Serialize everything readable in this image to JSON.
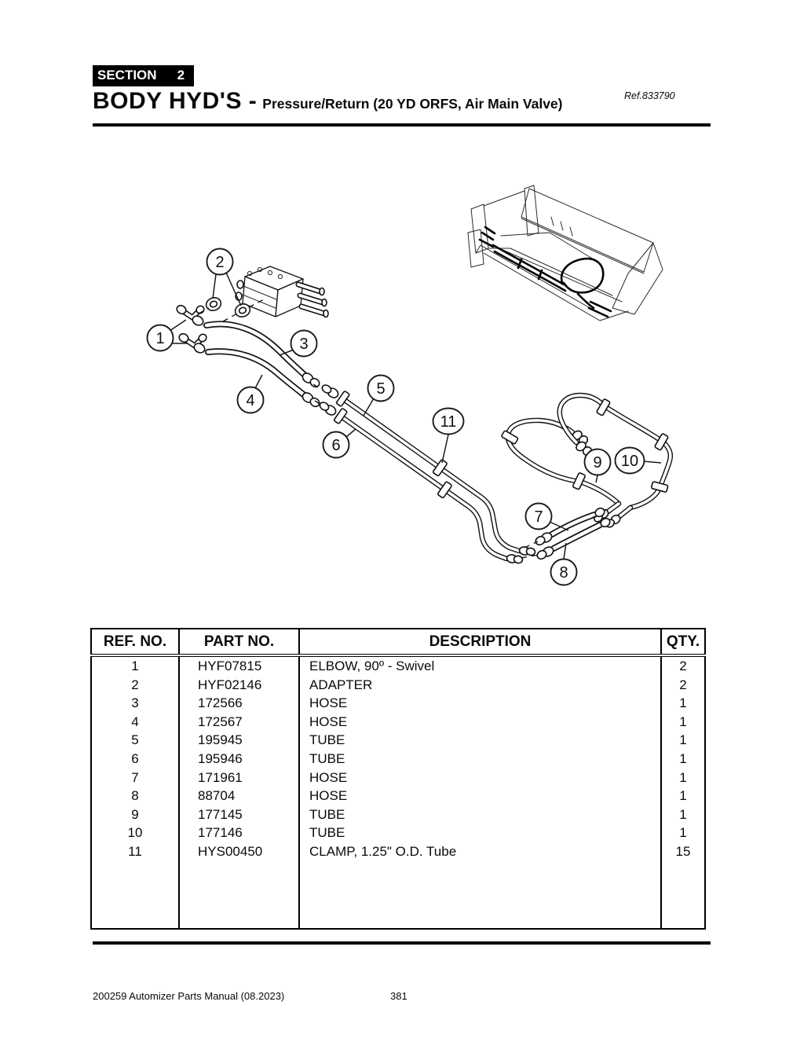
{
  "header": {
    "section_label": "SECTION",
    "section_number": "2",
    "title": "BODY HYD'S -",
    "subtitle": "Pressure/Return (20 YD ORFS, Air Main Valve)",
    "ref": "Ref.833790"
  },
  "diagram": {
    "callouts": [
      "1",
      "2",
      "3",
      "4",
      "5",
      "6",
      "7",
      "8",
      "9",
      "10",
      "11"
    ]
  },
  "table": {
    "columns": [
      "REF. NO.",
      "PART NO.",
      "DESCRIPTION",
      "QTY."
    ],
    "rows": [
      {
        "ref": "1",
        "part": "HYF07815",
        "desc": "ELBOW, 90º - Swivel",
        "qty": "2"
      },
      {
        "ref": "2",
        "part": "HYF02146",
        "desc": "ADAPTER",
        "qty": "2"
      },
      {
        "ref": "3",
        "part": "172566",
        "desc": "HOSE",
        "qty": "1"
      },
      {
        "ref": "4",
        "part": "172567",
        "desc": "HOSE",
        "qty": "1"
      },
      {
        "ref": "5",
        "part": "195945",
        "desc": "TUBE",
        "qty": "1"
      },
      {
        "ref": "6",
        "part": "195946",
        "desc": "TUBE",
        "qty": "1"
      },
      {
        "ref": "7",
        "part": "171961",
        "desc": "HOSE",
        "qty": "1"
      },
      {
        "ref": "8",
        "part": "88704",
        "desc": "HOSE",
        "qty": "1"
      },
      {
        "ref": "9",
        "part": "177145",
        "desc": "TUBE",
        "qty": "1"
      },
      {
        "ref": "10",
        "part": "177146",
        "desc": "TUBE",
        "qty": "1"
      },
      {
        "ref": "11",
        "part": "HYS00450",
        "desc": "CLAMP, 1.25\" O.D. Tube",
        "qty": "15"
      }
    ]
  },
  "footer": {
    "left": "200259 Automizer Parts Manual (08.2023)",
    "page": "381"
  },
  "colors": {
    "ink": "#000000",
    "paper": "#ffffff"
  }
}
